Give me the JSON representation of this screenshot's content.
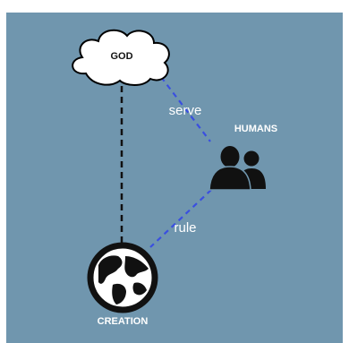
{
  "nodes": {
    "god": {
      "label": "GOD"
    },
    "humans": {
      "label": "HUMANS"
    },
    "creation": {
      "label": "CREATION"
    }
  },
  "edges": {
    "god_humans": {
      "label": "serve"
    },
    "humans_creation": {
      "label": "rule"
    }
  },
  "colors": {
    "background": "#7096AE",
    "dashed_blue": "#3A4FE0",
    "dashed_black": "#111111",
    "icon_fill": "#111111",
    "node_label_white": "#ffffff",
    "cloud_fill": "#ffffff"
  },
  "icons": {
    "god": "cloud-icon",
    "humans": "people-icon",
    "creation": "globe-icon"
  }
}
